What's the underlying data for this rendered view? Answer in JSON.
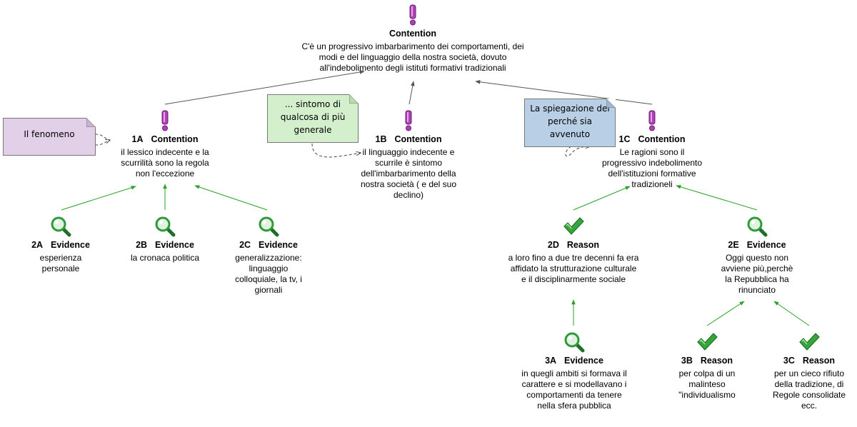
{
  "diagram": {
    "root": {
      "kind": "Contention",
      "text": "C'è un progressivo imbarbarimento dei comportamenti, dei modi e del linguaggio della nostra società, dovuto all'indebolimento degli istituti formativi tradizionali"
    },
    "c1a": {
      "code": "1A",
      "kind": "Contention",
      "text": "il lessico indecente e la scurrilità sono la regola non l'eccezione"
    },
    "c1b": {
      "code": "1B",
      "kind": "Contention",
      "text": "il linguaggio indecente e scurrile è sintomo dell'imbarbarimento della nostra società ( e del suo declino)"
    },
    "c1c": {
      "code": "1C",
      "kind": "Contention",
      "text": "Le ragioni sono il progressivo indebolimento dell'istituzioni formative tradizioneli"
    },
    "e2a": {
      "code": "2A",
      "kind": "Evidence",
      "text": "esperienza personale"
    },
    "e2b": {
      "code": "2B",
      "kind": "Evidence",
      "text": "la cronaca politica"
    },
    "e2c": {
      "code": "2C",
      "kind": "Evidence",
      "text": "generalizzazione: linguaggio colloquiale, la tv, i giornali"
    },
    "r2d": {
      "code": "2D",
      "kind": "Reason",
      "text": "a loro fino a due tre decenni fa era affidato la strutturazione culturale e il disciplinarmente sociale"
    },
    "e2e": {
      "code": "2E",
      "kind": "Evidence",
      "text": "Oggi questo non avviene più,perchè la Repubblica ha rinunciato"
    },
    "e3a": {
      "code": "3A",
      "kind": "Evidence",
      "text": "in quegli ambiti si formava il carattere e si modellavano i comportamenti da tenere nella sfera pubblica"
    },
    "r3b": {
      "code": "3B",
      "kind": "Reason",
      "text": "per colpa di un malinteso \"individualismo"
    },
    "r3c": {
      "code": "3C",
      "kind": "Reason",
      "text": "per un cieco rifiuto della tradizione,  di Regole consolidate ecc."
    },
    "notes": {
      "fenomeno": "Il fenomeno",
      "sintomo": "... sintomo di qualcosa di più generale",
      "spiegazione": "La spiegazione del perché sia avvenuto"
    }
  },
  "colors": {
    "contention_icon": "#b040b8",
    "evidence_icon": "#2e9a3a",
    "reason_icon": "#35a63a",
    "support_arrow": "#2aa02a",
    "contention_arrow": "#555555",
    "note_purple": "#e2cfe8",
    "note_green": "#d4efcc",
    "note_blue": "#b8cfe6"
  },
  "icons": {
    "contention": "exclamation-icon",
    "evidence": "magnifier-icon",
    "reason": "checkmark-icon"
  }
}
